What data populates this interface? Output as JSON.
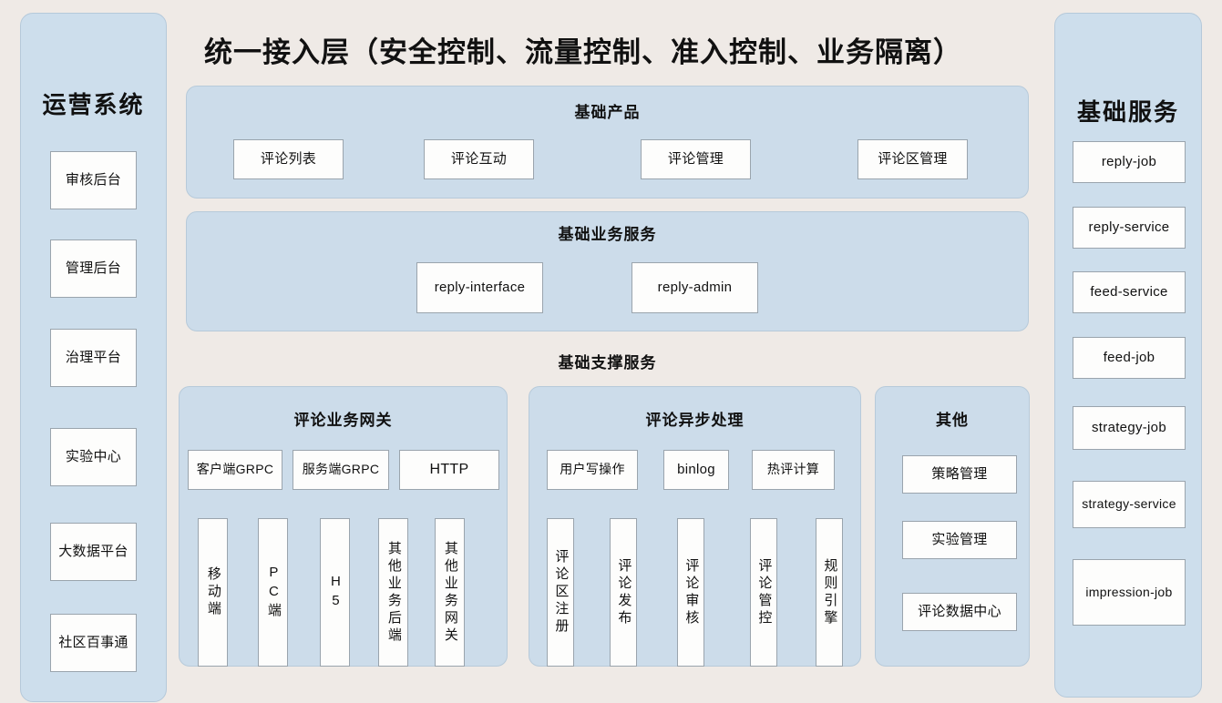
{
  "diagram": {
    "title": "统一接入层（安全控制、流量控制、准入控制、业务隔离）",
    "colors": {
      "background": "#efeae6",
      "panel_fill": "#cddeec",
      "panel_border": "#b5c9da",
      "box_fill": "#fdfdfc",
      "box_border": "#9aa4ad"
    }
  },
  "left_sidebar": {
    "title": "运营系统",
    "items": [
      {
        "label": "审核后台"
      },
      {
        "label": "管理后台"
      },
      {
        "label": "治理平台"
      },
      {
        "label": "实验中心"
      },
      {
        "label": "大数据平台"
      },
      {
        "label": "社区百事通"
      }
    ]
  },
  "right_sidebar": {
    "title": "基础服务",
    "items": [
      {
        "label": "reply-job"
      },
      {
        "label": "reply-service"
      },
      {
        "label": "feed-service"
      },
      {
        "label": "feed-job"
      },
      {
        "label": "strategy-job"
      },
      {
        "label": "strategy-service"
      },
      {
        "label": "impression-job"
      }
    ]
  },
  "basic_product": {
    "title": "基础产品",
    "items": [
      {
        "label": "评论列表"
      },
      {
        "label": "评论互动"
      },
      {
        "label": "评论管理"
      },
      {
        "label": "评论区管理"
      }
    ]
  },
  "basic_business_service": {
    "title": "基础业务服务",
    "items": [
      {
        "label": "reply-interface"
      },
      {
        "label": "reply-admin"
      }
    ]
  },
  "support_service": {
    "label": "基础支撑服务",
    "gateway": {
      "title": "评论业务网关",
      "protocols": [
        {
          "label": "客户端GRPC"
        },
        {
          "label": "服务端GRPC"
        },
        {
          "label": "HTTP"
        }
      ],
      "clients": [
        {
          "label": "移动端"
        },
        {
          "label": "PC端"
        },
        {
          "label": "H5"
        },
        {
          "label": "其他业务后端"
        },
        {
          "label": "其他业务网关"
        }
      ]
    },
    "async": {
      "title": "评论异步处理",
      "sources": [
        {
          "label": "用户写操作"
        },
        {
          "label": "binlog"
        },
        {
          "label": "热评计算"
        }
      ],
      "tasks": [
        {
          "label": "评论区注册"
        },
        {
          "label": "评论发布"
        },
        {
          "label": "评论审核"
        },
        {
          "label": "评论管控"
        },
        {
          "label": "规则引擎"
        }
      ]
    },
    "other": {
      "title": "其他",
      "items": [
        {
          "label": "策略管理"
        },
        {
          "label": "实验管理"
        },
        {
          "label": "评论数据中心"
        }
      ]
    }
  }
}
